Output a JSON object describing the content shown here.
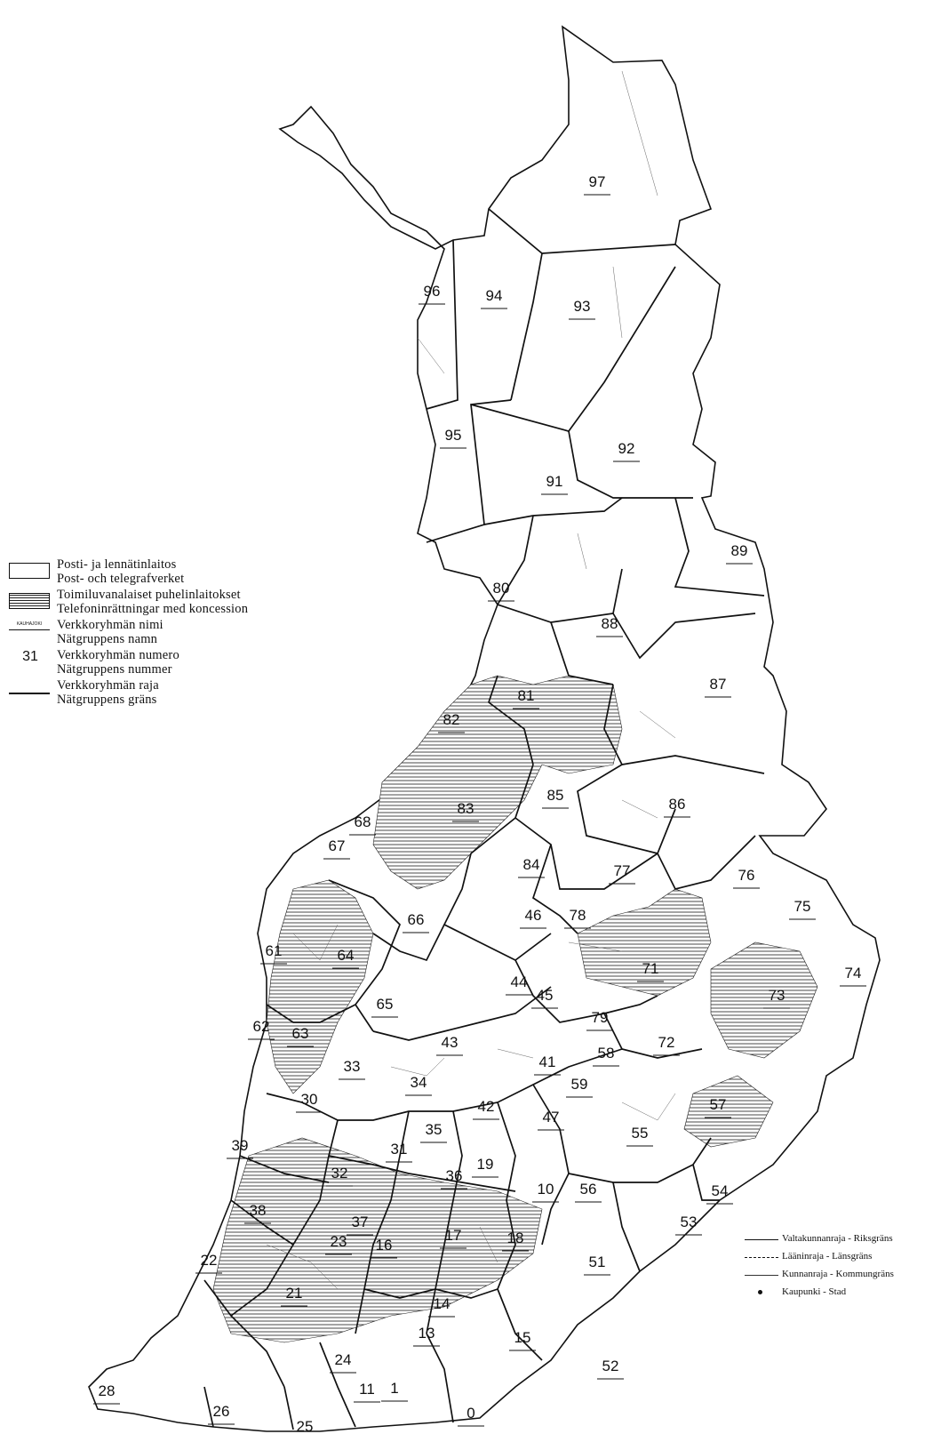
{
  "legend": {
    "items": [
      {
        "fi": "Posti- ja lennätinlaitos",
        "sv": "Post- och telegrafverket"
      },
      {
        "fi": "Toimiluvanalaiset puhelinlaitokset",
        "sv": "Telefoninrättningar med koncession"
      },
      {
        "fi": "Verkkoryhmän nimi",
        "sv": "Nätgruppens namn",
        "symbol_text": "KAUHAJOKI"
      },
      {
        "fi": "Verkkoryhmän numero",
        "sv": "Nätgruppens nummer",
        "symbol_text": "31"
      },
      {
        "fi": "Verkkoryhmän raja",
        "sv": "Nätgruppens gräns"
      }
    ]
  },
  "boundary_key": {
    "items": [
      {
        "label": "Valtakunnanraja - Riksgräns",
        "style": "solid"
      },
      {
        "label": "Lääninraja - Länsgräns",
        "style": "dashed"
      },
      {
        "label": "Kunnanraja - Kommungräns",
        "style": "thin"
      },
      {
        "label": "Kaupunki - Stad",
        "style": "dot"
      }
    ]
  },
  "regions": [
    {
      "n": "97"
    },
    {
      "n": "96"
    },
    {
      "n": "94"
    },
    {
      "n": "93"
    },
    {
      "n": "95"
    },
    {
      "n": "92"
    },
    {
      "n": "91"
    },
    {
      "n": "89"
    },
    {
      "n": "80"
    },
    {
      "n": "88"
    },
    {
      "n": "87"
    },
    {
      "n": "81"
    },
    {
      "n": "82"
    },
    {
      "n": "85"
    },
    {
      "n": "86"
    },
    {
      "n": "83"
    },
    {
      "n": "68"
    },
    {
      "n": "67"
    },
    {
      "n": "84"
    },
    {
      "n": "77"
    },
    {
      "n": "76"
    },
    {
      "n": "75"
    },
    {
      "n": "78"
    },
    {
      "n": "66"
    },
    {
      "n": "46"
    },
    {
      "n": "61"
    },
    {
      "n": "64"
    },
    {
      "n": "71"
    },
    {
      "n": "74"
    },
    {
      "n": "44"
    },
    {
      "n": "45"
    },
    {
      "n": "73"
    },
    {
      "n": "65"
    },
    {
      "n": "79"
    },
    {
      "n": "62"
    },
    {
      "n": "63"
    },
    {
      "n": "43"
    },
    {
      "n": "72"
    },
    {
      "n": "58"
    },
    {
      "n": "41"
    },
    {
      "n": "33"
    },
    {
      "n": "34"
    },
    {
      "n": "59"
    },
    {
      "n": "30"
    },
    {
      "n": "57"
    },
    {
      "n": "42"
    },
    {
      "n": "47"
    },
    {
      "n": "35"
    },
    {
      "n": "55"
    },
    {
      "n": "39"
    },
    {
      "n": "31"
    },
    {
      "n": "19"
    },
    {
      "n": "32"
    },
    {
      "n": "36"
    },
    {
      "n": "10"
    },
    {
      "n": "56"
    },
    {
      "n": "54"
    },
    {
      "n": "38"
    },
    {
      "n": "37"
    },
    {
      "n": "53"
    },
    {
      "n": "23"
    },
    {
      "n": "16"
    },
    {
      "n": "17"
    },
    {
      "n": "18"
    },
    {
      "n": "22"
    },
    {
      "n": "51"
    },
    {
      "n": "21"
    },
    {
      "n": "14"
    },
    {
      "n": "13"
    },
    {
      "n": "15"
    },
    {
      "n": "24"
    },
    {
      "n": "52"
    },
    {
      "n": "28"
    },
    {
      "n": "11"
    },
    {
      "n": "1"
    },
    {
      "n": "0"
    },
    {
      "n": "26"
    },
    {
      "n": "25"
    }
  ]
}
